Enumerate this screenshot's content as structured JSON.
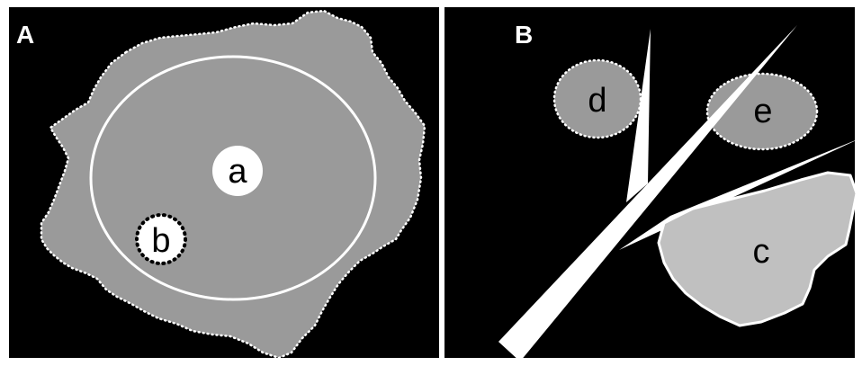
{
  "panels": {
    "A": {
      "label": "A",
      "items": {
        "a": "a",
        "b": "b"
      }
    },
    "B": {
      "label": "B",
      "items": {
        "c": "c",
        "d": "d",
        "e": "e"
      }
    }
  },
  "colors": {
    "background": "#000000",
    "cell_gray": "#9a9a9a",
    "light_gray": "#c0c0c0",
    "white": "#ffffff"
  }
}
